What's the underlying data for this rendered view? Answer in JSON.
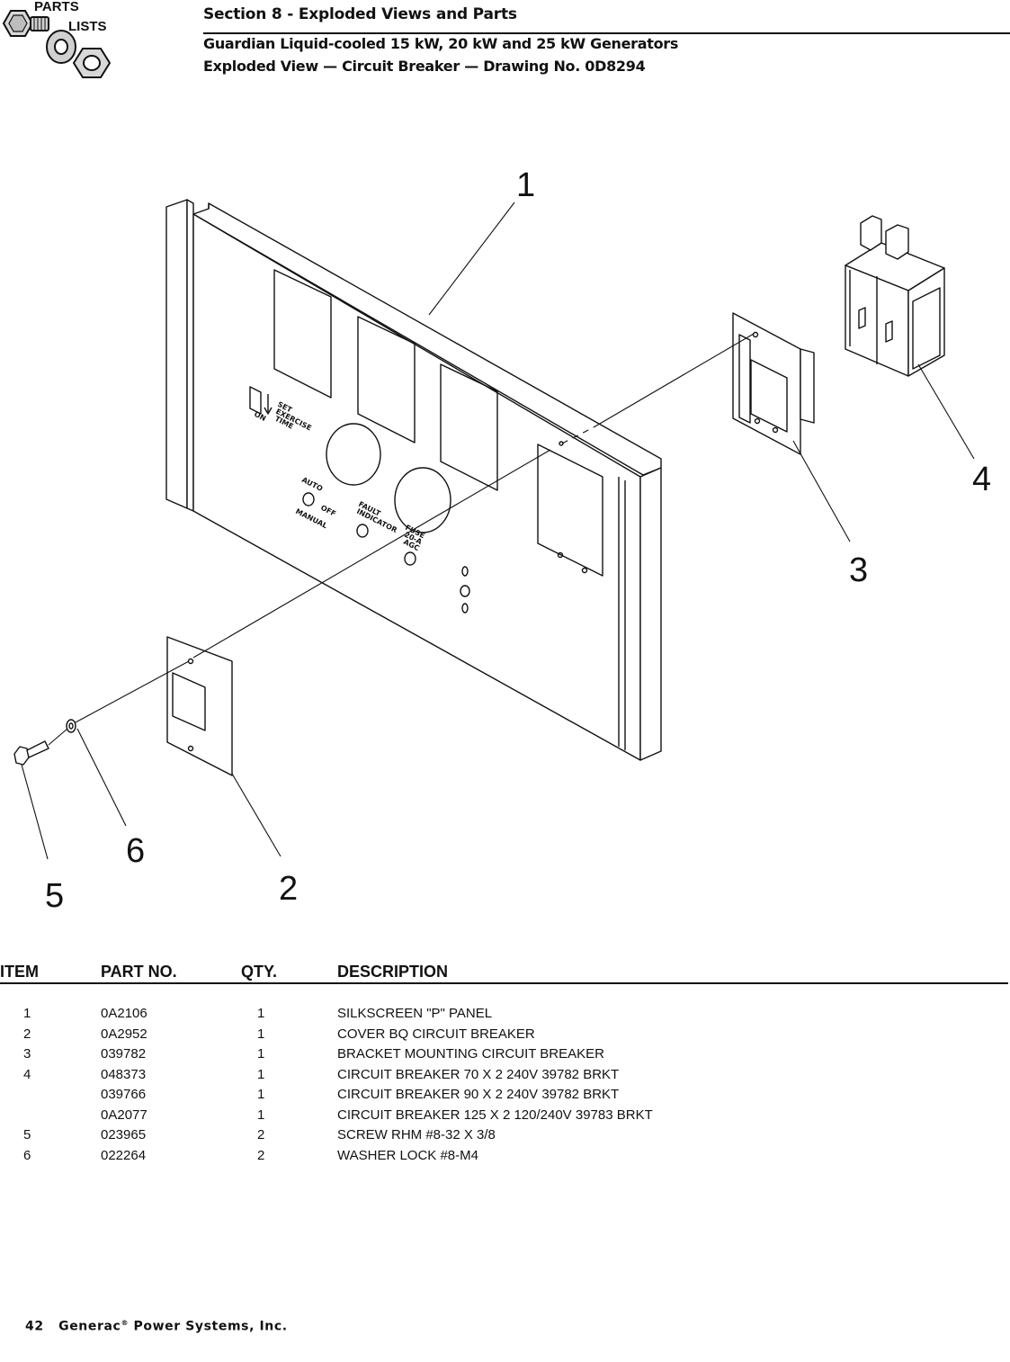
{
  "logo": {
    "word1": "PARTS",
    "word2": "LISTS"
  },
  "header": {
    "section": "Section 8 - Exploded Views and Parts",
    "title": "Guardian Liquid-cooled 15 kW, 20 kW and 25 kW Generators",
    "subtitle": "Exploded View — Circuit Breaker — Drawing No. 0D8294"
  },
  "drawing": {
    "callouts": [
      "1",
      "2",
      "3",
      "4",
      "5",
      "6"
    ],
    "panel_labels": {
      "set": "SET",
      "exercise": "EXERCISE",
      "time": "TIME",
      "on": "ON",
      "auto": "AUTO",
      "off": "OFF",
      "manual": "MANUAL",
      "fault": "FAULT",
      "indicator": "INDICATOR",
      "fuse": "FUSE",
      "amps": "20-A",
      "agc": "AGC"
    }
  },
  "table": {
    "headers": {
      "item": "ITEM",
      "part": "PART NO.",
      "qty": "QTY.",
      "desc": "DESCRIPTION"
    },
    "rows": [
      {
        "item": "1",
        "part": "0A2106",
        "qty": "1",
        "desc": "SILKSCREEN \"P\" PANEL"
      },
      {
        "item": "2",
        "part": "0A2952",
        "qty": "1",
        "desc": "COVER BQ CIRCUIT BREAKER"
      },
      {
        "item": "3",
        "part": "039782",
        "qty": "1",
        "desc": "BRACKET MOUNTING CIRCUIT BREAKER"
      },
      {
        "item": "4",
        "part": "048373",
        "qty": "1",
        "desc": "CIRCUIT BREAKER 70 X 2 240V 39782 BRKT"
      },
      {
        "item": "",
        "part": "039766",
        "qty": "1",
        "desc": "CIRCUIT BREAKER 90 X 2 240V 39782 BRKT"
      },
      {
        "item": "",
        "part": "0A2077",
        "qty": "1",
        "desc": "CIRCUIT BREAKER 125 X 2 120/240V 39783 BRKT"
      },
      {
        "item": "5",
        "part": "023965",
        "qty": "2",
        "desc": "SCREW RHM #8-32 X 3/8"
      },
      {
        "item": "6",
        "part": "022264",
        "qty": "2",
        "desc": "WASHER LOCK #8-M4"
      }
    ]
  },
  "footer": {
    "page": "42",
    "company": "Generac",
    "reg": "®",
    "company_rest": "Power Systems, Inc."
  }
}
